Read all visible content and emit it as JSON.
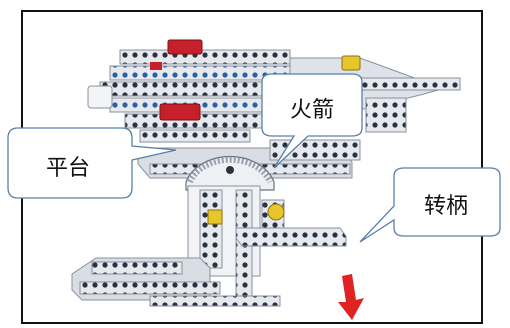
{
  "image_title": "",
  "callouts": {
    "rocket": "火箭",
    "platform": "平台",
    "handle": "转柄"
  },
  "colors": {
    "frame": "#111111",
    "callout_border": "#5a7fa8",
    "lego_beam": "#e8ebf0",
    "lego_shadow": "#8a919c",
    "lego_hole": "#2a3140",
    "lego_red": "#c8202a",
    "lego_yellow": "#e6c62a",
    "arrow_red": "#e02222"
  },
  "icons": {
    "rotation_arrow": "down-arrow-icon",
    "model": "lego-rocket-launcher-illustration"
  }
}
